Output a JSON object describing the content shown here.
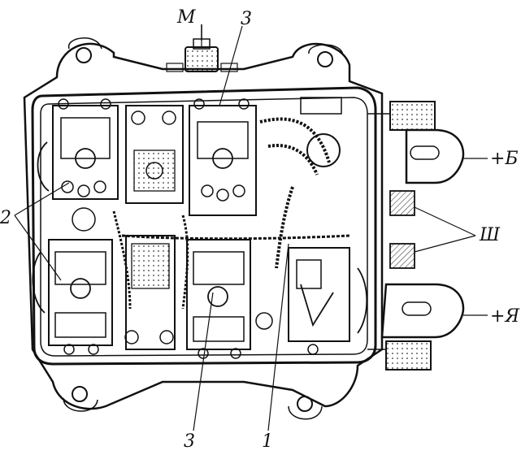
{
  "labels": {
    "m": "М",
    "three_top": "3",
    "b_plus": "+Б",
    "two": "2",
    "sh": "Ш",
    "ya_plus": "+Я",
    "three_bottom": "3",
    "one": "1"
  },
  "colors": {
    "ink": "#111111",
    "paper": "#ffffff"
  }
}
